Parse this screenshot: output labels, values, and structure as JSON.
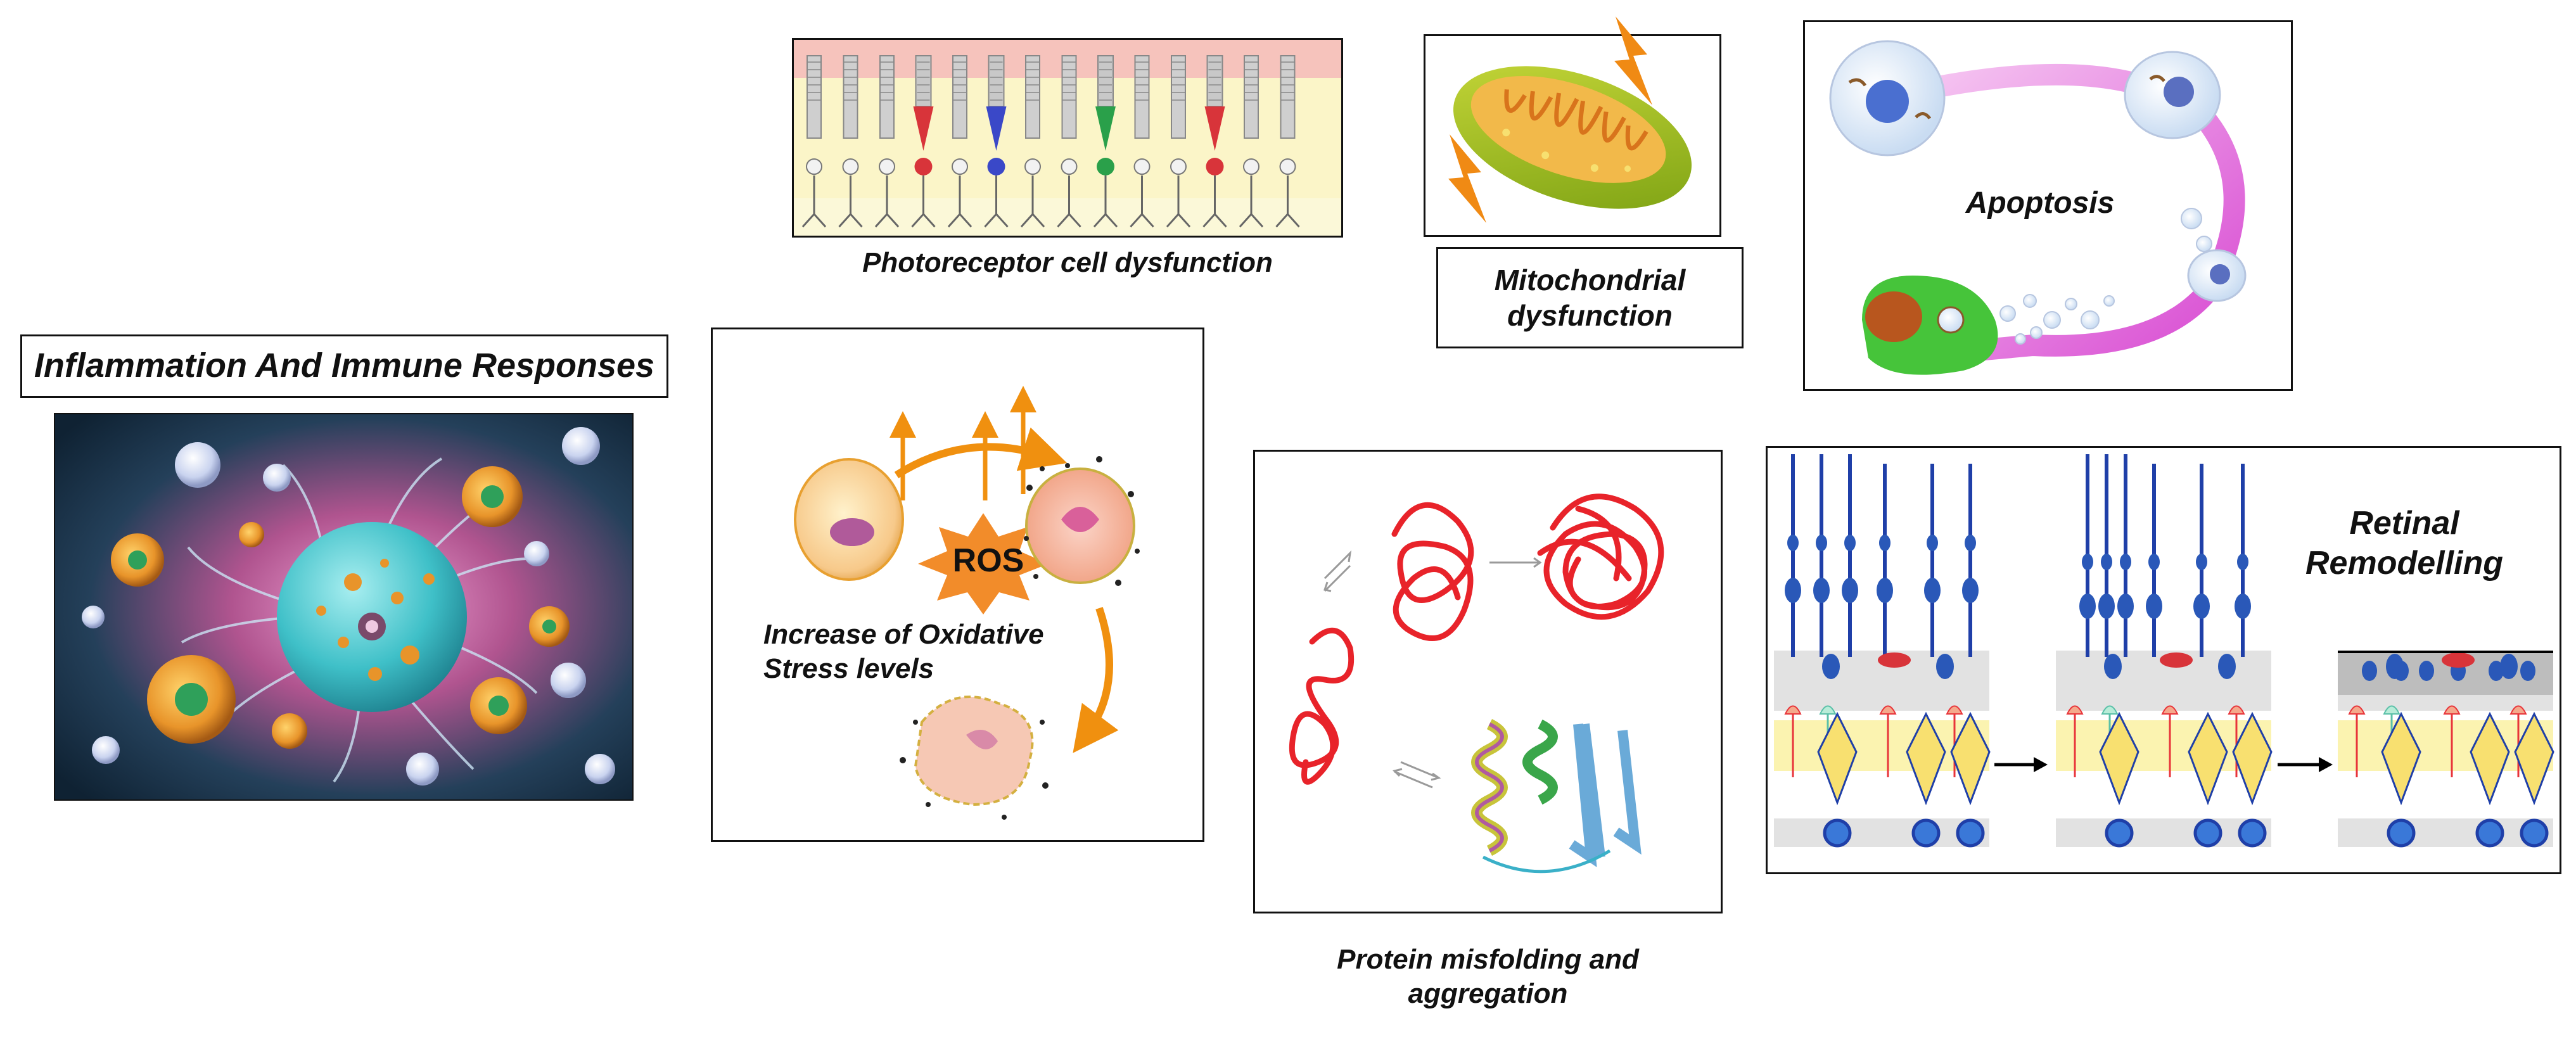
{
  "labels": {
    "inflammation": "Inflammation And Immune Responses",
    "photoreceptor": "Photoreceptor  cell dysfunction",
    "mito_line1": "Mitochondrial",
    "mito_line2": "dysfunction",
    "apoptosis": "Apoptosis",
    "ros": "ROS",
    "oxidative_line1": "Increase of Oxidative",
    "oxidative_line2": "Stress levels",
    "protein_line1": "Protein misfolding and",
    "protein_line2": "aggregation",
    "retinal_line1": "Retinal",
    "retinal_line2": "Remodelling"
  },
  "colors": {
    "protein_red": "#e8232a",
    "arrow_orange": "#f0900f",
    "neuron_blue": "#1f3fa8",
    "apoptosis_pink": "#e060d8",
    "immune_teal": "#3fc0c8"
  }
}
